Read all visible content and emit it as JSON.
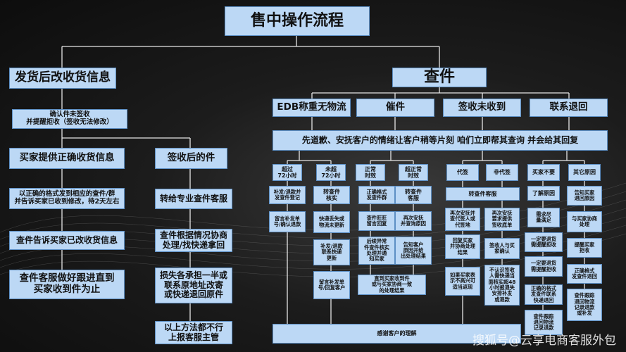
{
  "title": "售中操作流程",
  "left": {
    "header": "发货后改收货信息",
    "confirm": "确认件未签收\n并提醒拒收（签收无法修改）",
    "buyer_correct": "买家提供正确收货信息",
    "notify": "以正确的格式发到相应的查件/群\n并告诉买家已收到修改，待2天左右",
    "tell_buyer": "查件告诉买家已改收货信息",
    "follow_up": "查件客服做好跟进直到\n买家收到件为止",
    "signed_parcel": "签收后的件",
    "transfer": "转给专业查件客服",
    "coordinate": "查件根据情况协商\n处理/找快递拿回",
    "loss_share": "损失各承担一半或\n联系原地址改寄\n或快递退回原件",
    "escalate": "以上方法都不行\n上报客服主管"
  },
  "right": {
    "header": "查件",
    "cats": {
      "edb": "EDB称重无物流",
      "urge": "催件",
      "unsigned": "签收未收到",
      "return": "联系退回"
    },
    "apology": "先道歉、安抚客户的情绪让客户稍等片刻 咱们立即帮其查询 并会给其回复",
    "overdue72": "超过\n72小时",
    "under72": "未超\n72小时",
    "reissue": "补发/退款并\n发查件登记",
    "transfer_q": "转查件\n核实",
    "leave_reissue": "留言补发单\n号/确认退款",
    "lost_no_update": "快递丢失或\n物流未更新",
    "reissue_contact": "补发/退款\n联系快递\n更新",
    "leave_reissue2": "留言补发单\n号/回复客户",
    "normal_time": "正常\n时效",
    "exceed_time": "超正常\n时效",
    "format_send": "正确格式\n发查件群",
    "transfer_kf": "转查件\n客服",
    "wangwang": "查件旺旺\n留言回复",
    "ask_reason": "再次安抚\n并查询原因",
    "after_abnormal": "后续异常\n件查件核实\n处理并通\n知买家",
    "tell_result": "告知客户\n原因并给\n出处理结果",
    "until_agree": "直到买家收到件\n或与买家协商一致\n的处理结果",
    "proxy_sign": "代签",
    "not_proxy": "非代签",
    "transfer_kf2": "转查件客服",
    "ask_proxy": "再次安抚并\n查代签人或\n代签地",
    "confirm_sign": "再次安抚\n要求提供\n签收底单",
    "reply_buyer": "回复买家\n并协商处理\n结果",
    "sign_confirm": "签收人与买\n家确认",
    "buyer_insist": "如果买家表\n示不高兴可\n适当返现",
    "not_confirm": "不认识签收\n人需快递当\n面核实超48\n小时报退失\n安排补发\n或退款",
    "buyer_no": "买家不要",
    "other_reason": "其它原因",
    "understand": "了解原因",
    "notify_return": "告知买家\n退回原因",
    "need_met": "需求尽\n量满足",
    "negotiate": "与买家协商\n处理",
    "must_return": "一定要退货\n需提醒拒收",
    "remind_refuse": "提醒买家\n拒收",
    "must_return2": "一定要退货\n需提醒拒收",
    "format_return": "正确格式\n发查件退回",
    "format_notify": "正确的格式\n发查件联系\n快递退回",
    "track_record": "查件跟踪\n退回物流\n记录退款\n或补发",
    "track_return": "查件跟踪\n退回物流\n记录退款",
    "thanks": "感谢客户的理解"
  },
  "watermark": "搜狐号@云享电商客服外包"
}
